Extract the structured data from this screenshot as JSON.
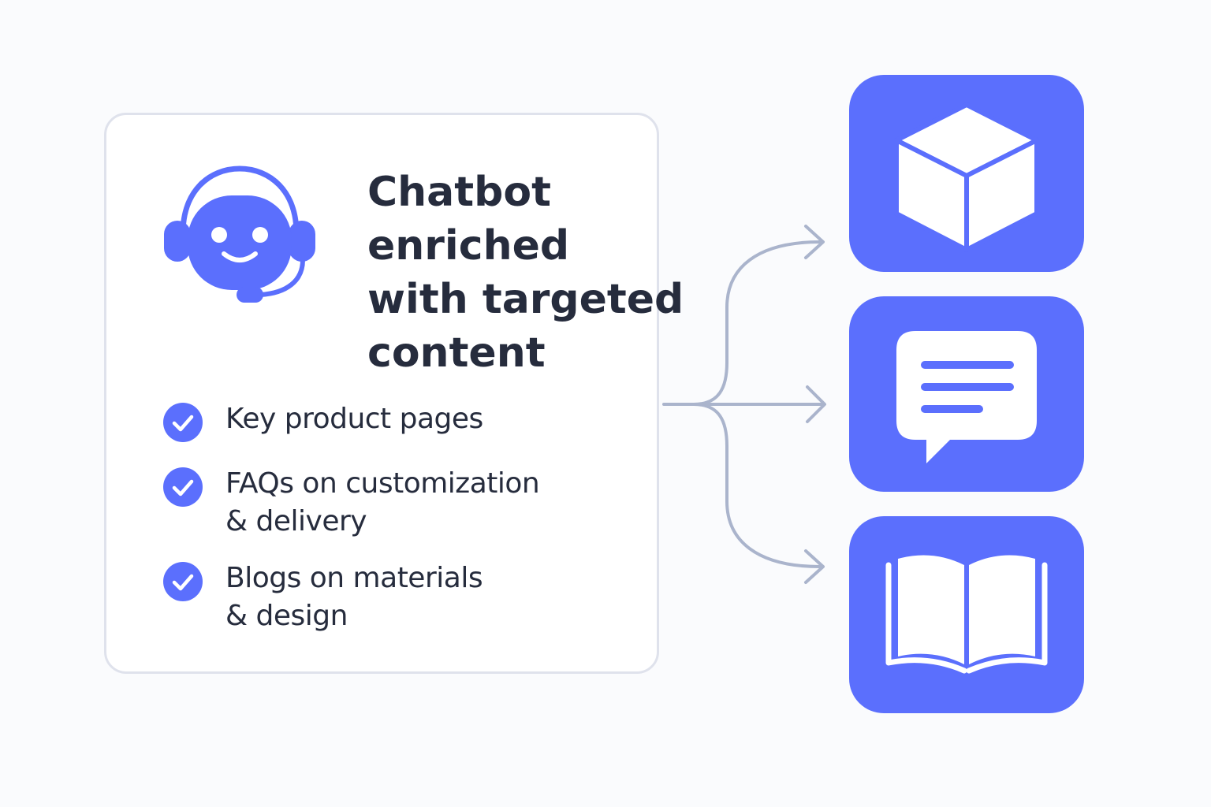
{
  "title_lines": [
    "Chatbot",
    "enriched",
    "with targeted",
    "content"
  ],
  "features": [
    {
      "lines": [
        "Key product pages"
      ]
    },
    {
      "lines": [
        "FAQs on customization",
        "& delivery"
      ]
    },
    {
      "lines": [
        "Blogs on materials",
        "& design"
      ]
    }
  ],
  "icons": {
    "bot": "chatbot-headset-icon",
    "check": "check-circle-icon",
    "tiles": [
      "cube-icon",
      "chat-bubble-icon",
      "open-book-icon"
    ]
  },
  "colors": {
    "accent": "#5b6ffd",
    "text": "#262c3d",
    "connector": "#aab4cc",
    "card_border": "#dfe2ec",
    "background": "#fafbfd"
  }
}
